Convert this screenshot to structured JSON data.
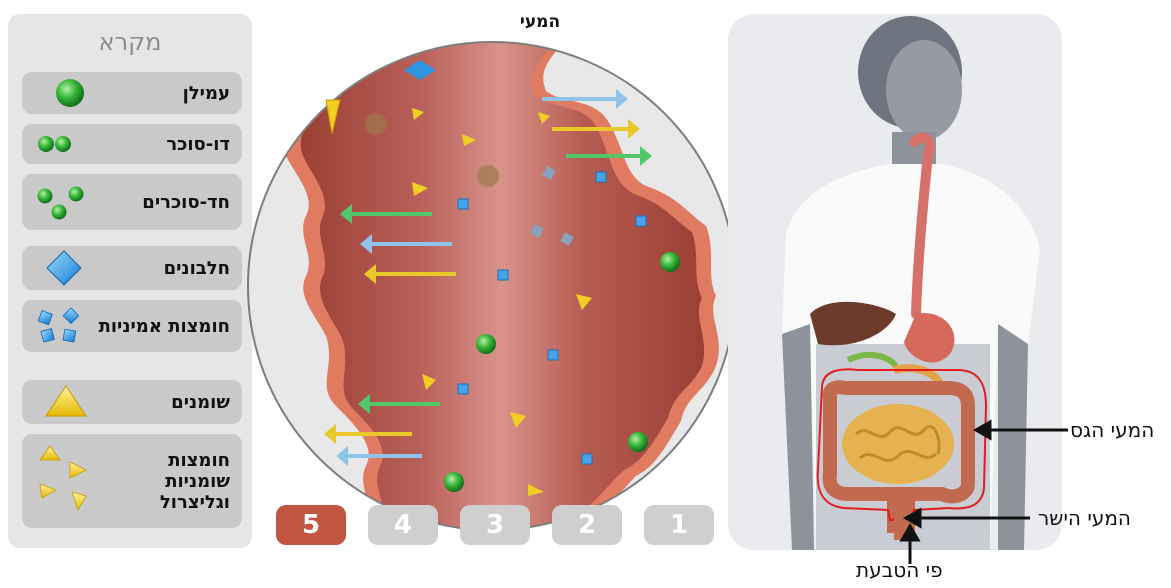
{
  "legend": {
    "title": "מקרא",
    "items": [
      {
        "label": "עמילן",
        "icon": "large-green-ball-icon"
      },
      {
        "label": "דו-סוכר",
        "icon": "two-green-balls-icon"
      },
      {
        "label": "חד-סוכרים",
        "icon": "three-green-balls-icon"
      },
      {
        "label": "חלבונים",
        "icon": "blue-diamond-icon"
      },
      {
        "label": "חומצות אמיניות",
        "icon": "four-blue-squares-icon"
      },
      {
        "label": "שומנים",
        "icon": "yellow-triangle-icon"
      },
      {
        "label": "חומצות שומניות וגליצרול",
        "icon": "four-yellow-triangles-icon"
      }
    ]
  },
  "intestine_title": "המעי",
  "steps": [
    {
      "label": "5",
      "active": true
    },
    {
      "label": "4",
      "active": false
    },
    {
      "label": "3",
      "active": false
    },
    {
      "label": "2",
      "active": false
    },
    {
      "label": "1",
      "active": false
    }
  ],
  "callouts": {
    "large_intestine": "המעי הגס",
    "rectum": "המעי הישר",
    "anus": "פי הטבעת"
  },
  "colors": {
    "active_step": "#c1553f",
    "inactive_step": "#cfcfcf",
    "tissue": "#b4584a",
    "glucose": "#2fae3a",
    "protein": "#2f95e0",
    "fat": "#f1cf22"
  }
}
